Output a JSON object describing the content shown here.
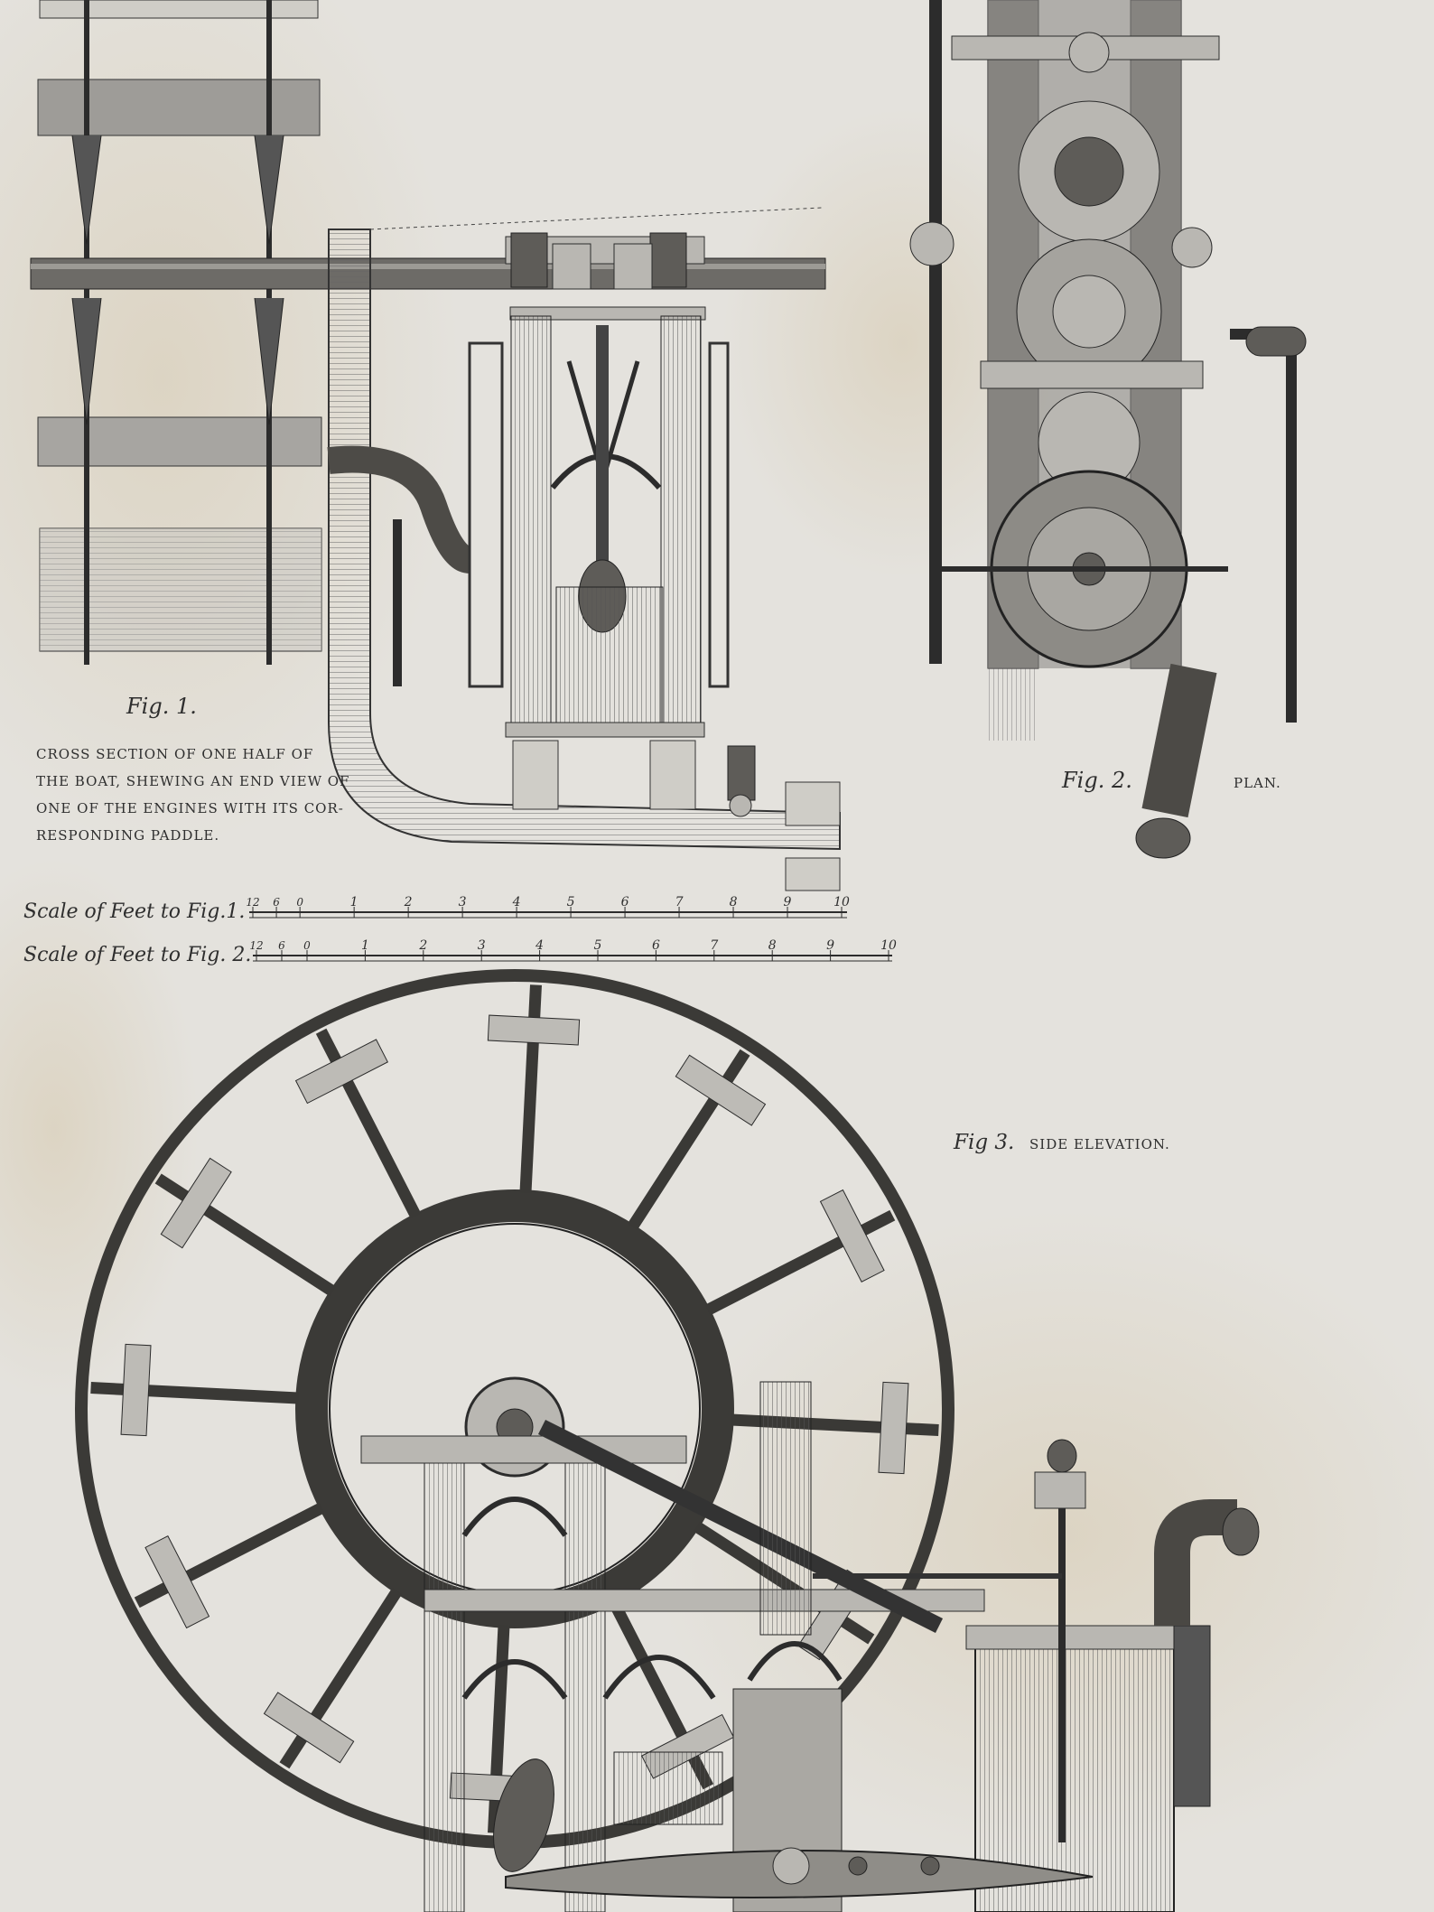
{
  "fig1": {
    "label": "Fig. 1.",
    "caption_lines": [
      "CROSS SECTION OF ONE HALF OF",
      "THE BOAT, SHEWING AN END VIEW OF",
      "ONE OF THE ENGINES WITH ITS COR-",
      "RESPONDING PADDLE."
    ]
  },
  "fig2": {
    "label": "Fig. 2.",
    "title": "PLAN."
  },
  "fig3": {
    "label": "Fig 3.",
    "title": "SIDE ELEVATION."
  },
  "scales": [
    {
      "label": "Scale of Feet to Fig.1.",
      "ticks": [
        "12",
        "6",
        "0",
        "1",
        "2",
        "3",
        "4",
        "5",
        "6",
        "7",
        "8",
        "9",
        "10"
      ]
    },
    {
      "label": "Scale of Feet to Fig. 2.",
      "ticks": [
        "12",
        "6",
        "0",
        "1",
        "2",
        "3",
        "4",
        "5",
        "6",
        "7",
        "8",
        "9",
        "10"
      ]
    }
  ]
}
